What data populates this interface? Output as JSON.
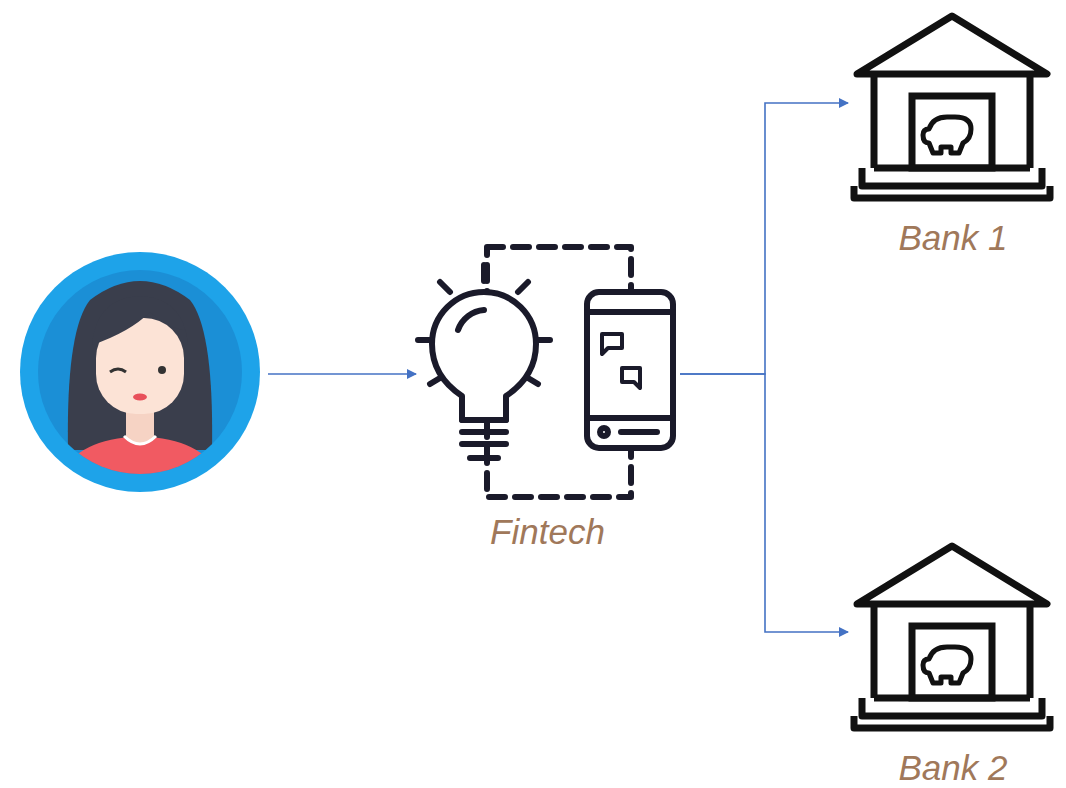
{
  "diagram": {
    "nodes": [
      {
        "text": [
          "Fintech"
        ]
      },
      {
        "text": [
          "Bank 1"
        ]
      },
      {
        "text": [
          "Bank 2"
        ]
      }
    ],
    "edges": [
      {
        "from": 0,
        "to": 1,
        "arrow": "to"
      },
      {
        "from": 0,
        "to": 2,
        "arrow": "to"
      }
    ]
  }
}
